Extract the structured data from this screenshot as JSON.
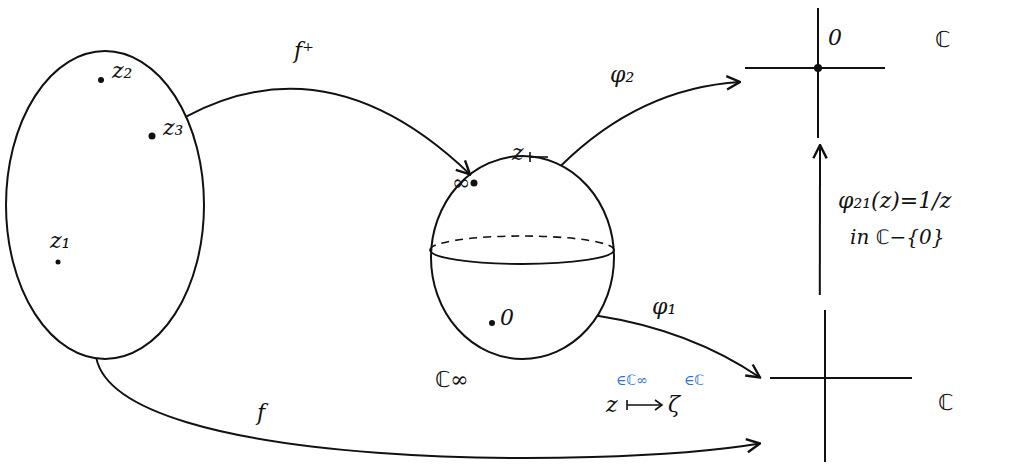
{
  "diagram": {
    "nodes": [
      {
        "text": [
          "z₂",
          "z₃",
          "z₁"
        ]
      },
      {
        "text": [
          "∞",
          "0",
          "ℂ∞"
        ]
      },
      {
        "text": [
          "0",
          "ℂ"
        ]
      },
      {
        "text": [
          "ℂ"
        ]
      }
    ],
    "edges": [
      {
        "from": 0,
        "to": 1,
        "arrow": "to",
        "label": "f⁺"
      },
      {
        "from": 1,
        "to": 2,
        "arrow": "to",
        "label": "φ₂"
      },
      {
        "from": 1,
        "to": 3,
        "arrow": "to",
        "label": "φ₁"
      },
      {
        "from": 3,
        "to": 2,
        "arrow": "to",
        "label": "φ₂₁(z)=1/z"
      },
      {
        "from": 0,
        "to": 3,
        "arrow": "to",
        "label": "f"
      }
    ],
    "labels": [
      "z",
      "z",
      "∈ℂ∞",
      "ζ",
      "∈ℂ",
      "in ℂ−{0}"
    ]
  }
}
